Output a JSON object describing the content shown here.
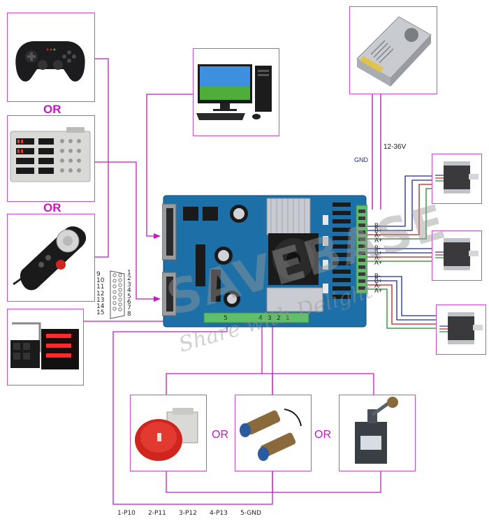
{
  "labels": {
    "or_1": "OR",
    "or_2": "OR",
    "or_3": "OR",
    "or_4": "OR",
    "voltage": "12-36V",
    "gnd": "GND"
  },
  "motor_wires": {
    "motor_1": [
      "B-",
      "B+",
      "A-",
      "A+"
    ],
    "motor_2": [
      "B-",
      "B+",
      "A-",
      "A+"
    ],
    "motor_3": [
      "B-",
      "B+",
      "A-",
      "A+"
    ]
  },
  "db15_pins": {
    "left": [
      "9",
      "10",
      "11",
      "12",
      "13",
      "14",
      "15"
    ],
    "right": [
      "1",
      "2",
      "3",
      "4",
      "5",
      "6",
      "7",
      "8"
    ]
  },
  "terminal_numbers": [
    "5",
    "4",
    "3",
    "2",
    "1"
  ],
  "bottom_pins": [
    "1-P10",
    "2-P11",
    "3-P12",
    "4-P13",
    "5-GND"
  ],
  "watermark": {
    "brand": "SAVEBASE",
    "tagline": "Share with Delight"
  },
  "colors": {
    "frame": "#d04ad0",
    "wire_magenta": "#c01ac0",
    "board_blue": "#1d6fa8",
    "heatsink": "#c8ccd2",
    "terminal_green": "#5fbf6a"
  },
  "icons": {
    "gamepad": "gamepad-icon",
    "control_pendant": "control-pendant-icon",
    "handwheel": "handwheel-pendant-icon",
    "computer": "desktop-computer-icon",
    "power_supply": "power-supply-icon",
    "stepper": "stepper-motor-icon",
    "display": "digital-display-icon",
    "estop": "emergency-stop-icon",
    "proximity": "proximity-sensor-icon",
    "limit_switch": "limit-switch-icon"
  }
}
